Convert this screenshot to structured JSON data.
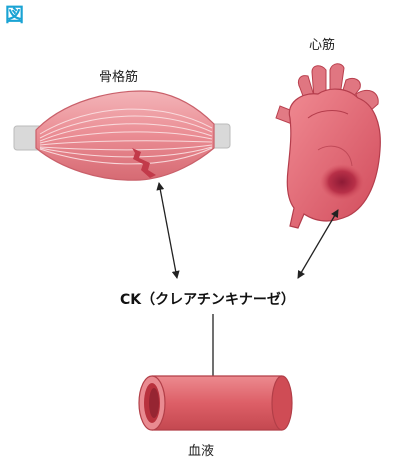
{
  "figure_label": "図",
  "labels": {
    "skeletal_muscle": "骨格筋",
    "heart_muscle": "心筋",
    "enzyme": "CK（クレアチンキナーゼ）",
    "blood": "血液"
  },
  "colors": {
    "figure_label": "#1aa3d4",
    "muscle": "#e8848c",
    "heart": "#d9505e",
    "vessel": "#d9555d",
    "arrow": "#222222"
  }
}
